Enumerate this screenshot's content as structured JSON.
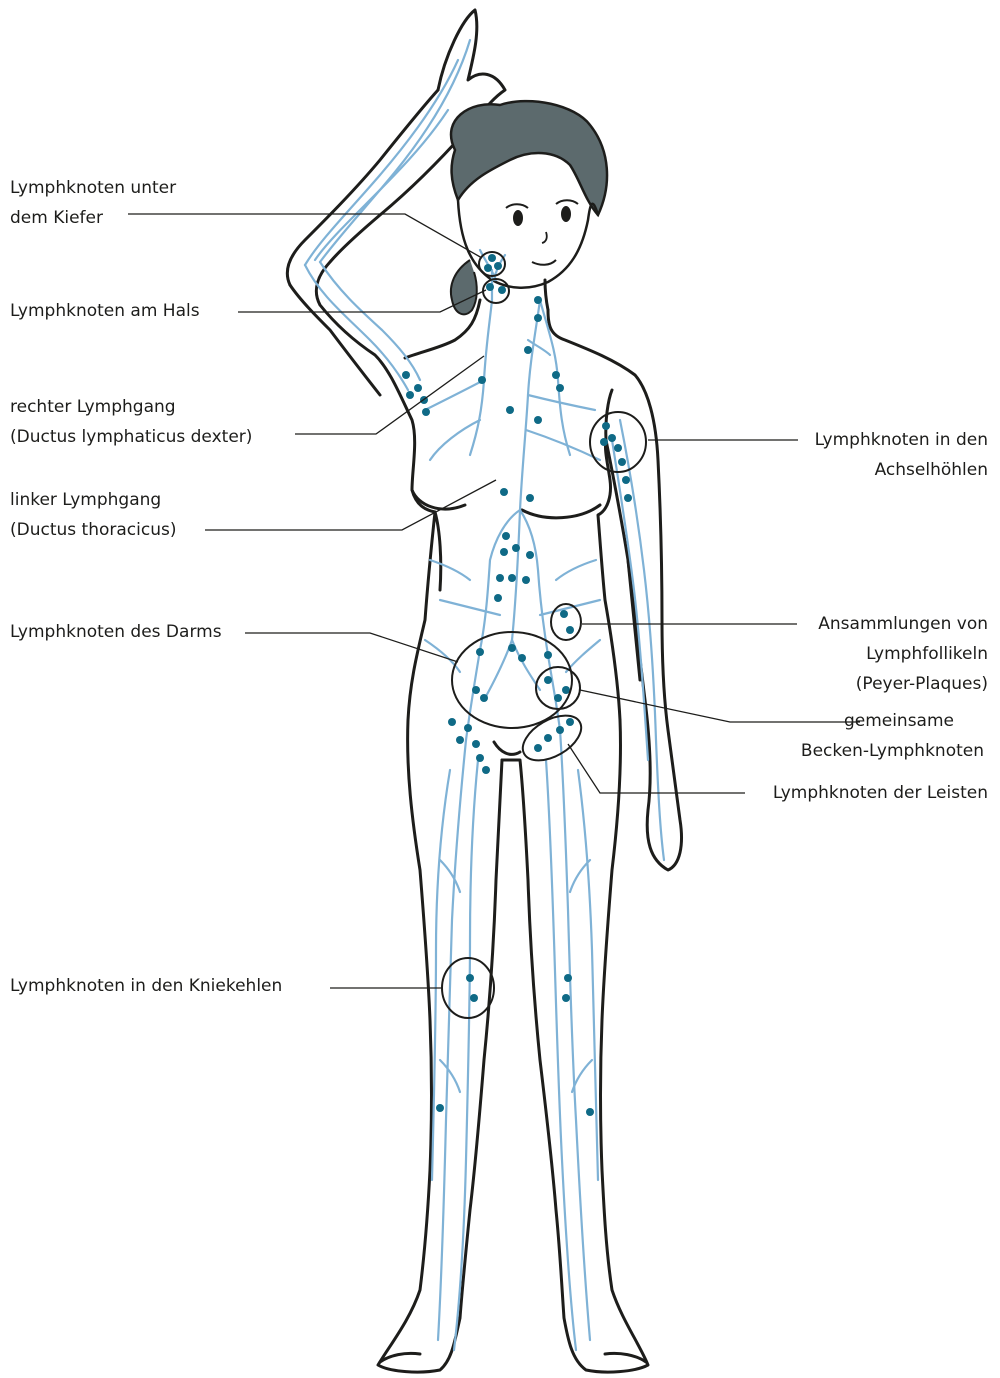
{
  "labels": {
    "jaw": [
      "Lymphknoten unter",
      "dem Kiefer"
    ],
    "neck": [
      "Lymphknoten am Hals"
    ],
    "right_duct": [
      "rechter Lymphgang",
      "(Ductus lymphaticus dexter)"
    ],
    "left_duct": [
      "linker Lymphgang",
      "(Ductus thoracicus)"
    ],
    "intestine": [
      "Lymphknoten des Darms"
    ],
    "knee": [
      "Lymphknoten in den Kniekehlen"
    ],
    "armpit": [
      "Lymphknoten in den",
      "Achselhöhlen"
    ],
    "peyer": [
      "Ansammlungen von",
      "Lymphfollikeln",
      "(Peyer-Plaques)"
    ],
    "pelvic": [
      "gemeinsame",
      "Becken-Lymphknoten"
    ],
    "groin": [
      "Lymphknoten der Leisten"
    ]
  },
  "colors": {
    "outline": "#1d1d1b",
    "vessel": "#7fb2d6",
    "node": "#0f6a86",
    "hair": "#5c6a6d"
  }
}
